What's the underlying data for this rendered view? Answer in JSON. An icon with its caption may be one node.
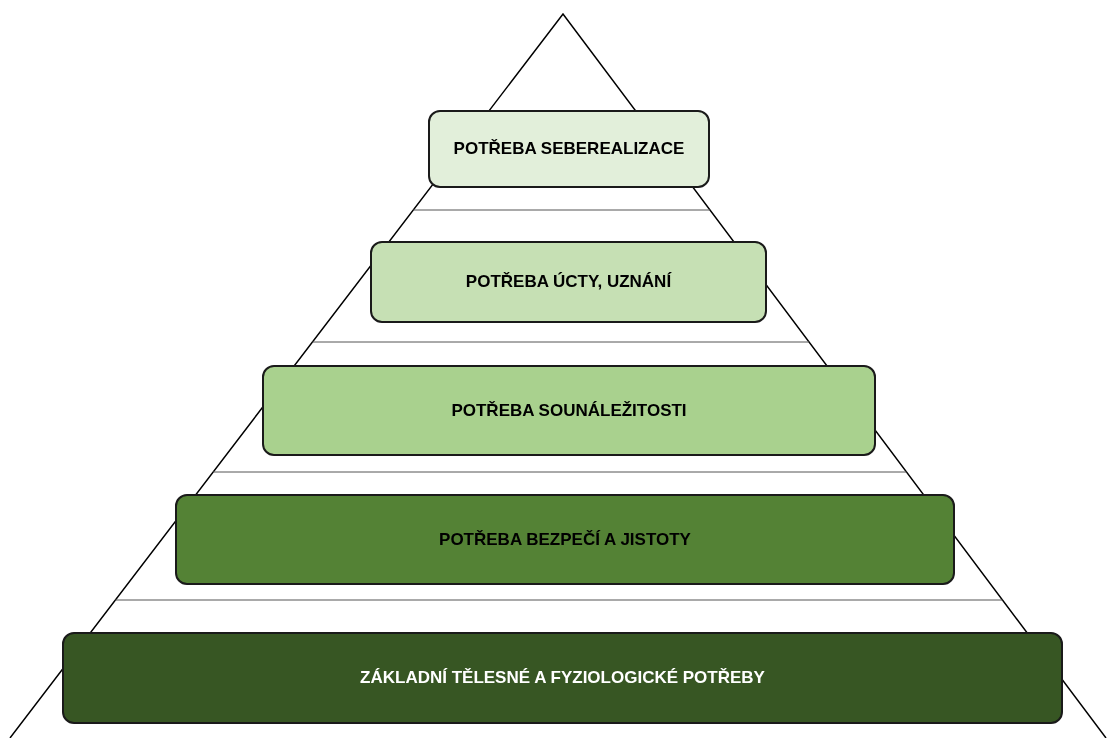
{
  "diagram": {
    "nodes": [
      {
        "text": [
          "POTŘEBA SEBEREALIZACE"
        ]
      },
      {
        "text": [
          "POTŘEBA ÚCTY, UZNÁNÍ"
        ]
      },
      {
        "text": [
          "POTŘEBA SOUNÁLEŽITOSTI"
        ]
      },
      {
        "text": [
          "POTŘEBA BEZPEČÍ A JISTOTY"
        ]
      },
      {
        "text": [
          "ZÁKLADNÍ TĚLESNÉ A FYZIOLOGICKÉ POTŘEBY"
        ]
      }
    ]
  }
}
